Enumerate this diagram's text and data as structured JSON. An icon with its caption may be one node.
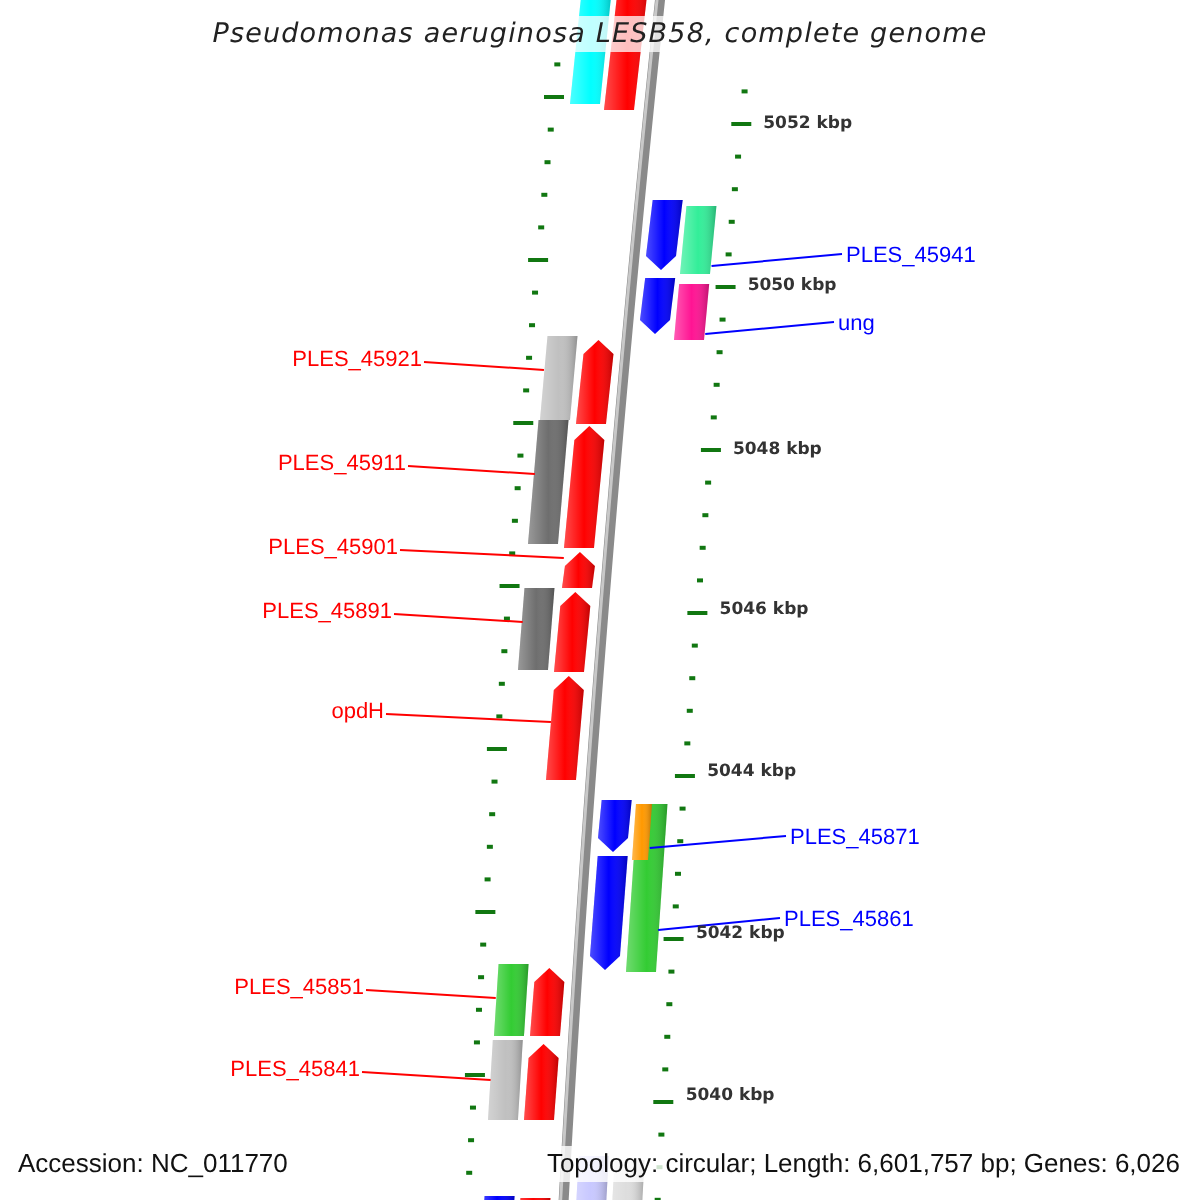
{
  "diagram": {
    "title": "Pseudomonas aeruginosa LESB58, complete genome",
    "nodes": [
      {
        "text": [
          "PLES_45941"
        ]
      },
      {
        "text": [
          "ung"
        ]
      },
      {
        "text": [
          "PLES_45921"
        ]
      },
      {
        "text": [
          "PLES_45911"
        ]
      },
      {
        "text": [
          "PLES_45901"
        ]
      },
      {
        "text": [
          "PLES_45891"
        ]
      },
      {
        "text": [
          "opdH"
        ]
      },
      {
        "text": [
          "PLES_45871"
        ]
      },
      {
        "text": [
          "PLES_45861"
        ]
      },
      {
        "text": [
          "PLES_45851"
        ]
      },
      {
        "text": [
          "PLES_45841"
        ]
      },
      {
        "text": [],
        "shape": "box"
      },
      {
        "text": [],
        "shape": "arrow"
      },
      {
        "text": [],
        "shape": "arrow"
      },
      {
        "text": [],
        "shape": "box"
      },
      {
        "text": [],
        "shape": "arrow"
      },
      {
        "text": [],
        "shape": "box"
      },
      {
        "text": [],
        "shape": "box"
      },
      {
        "text": [],
        "shape": "arrow"
      },
      {
        "text": [],
        "shape": "box"
      },
      {
        "text": [],
        "shape": "arrow"
      },
      {
        "text": [],
        "shape": "arrow"
      },
      {
        "text": [],
        "shape": "box"
      },
      {
        "text": [],
        "shape": "arrow"
      },
      {
        "text": [],
        "shape": "arrow"
      },
      {
        "text": [],
        "shape": "arrow"
      },
      {
        "text": [],
        "shape": "box"
      },
      {
        "text": [],
        "shape": "box",
        "in": 26
      },
      {
        "text": [],
        "shape": "arrow"
      },
      {
        "text": [],
        "shape": "box"
      },
      {
        "text": [],
        "shape": "arrow"
      },
      {
        "text": [],
        "shape": "box"
      },
      {
        "text": [],
        "shape": "arrow"
      },
      {
        "text": [],
        "shape": "box"
      },
      {
        "text": [],
        "shape": "box"
      },
      {
        "text": [],
        "shape": "box"
      },
      {
        "text": [],
        "shape": "box"
      }
    ],
    "edges": [
      {
        "from": 0,
        "to": 14,
        "arrow": "none",
        "color": "#0000ff"
      },
      {
        "from": 1,
        "to": 16,
        "arrow": "none",
        "color": "#0000ff"
      },
      {
        "from": 2,
        "to": 17,
        "arrow": "none"
      },
      {
        "from": 3,
        "to": 19,
        "arrow": "none"
      },
      {
        "from": 4,
        "to": 21,
        "arrow": "none"
      },
      {
        "from": 5,
        "to": 22,
        "arrow": "none"
      },
      {
        "from": 6,
        "to": 24,
        "arrow": "none"
      },
      {
        "from": 7,
        "to": 27,
        "arrow": "none",
        "color": "#0000ff"
      },
      {
        "from": 8,
        "to": 26,
        "arrow": "none",
        "color": "#0000ff"
      },
      {
        "from": 9,
        "to": 29,
        "arrow": "none"
      },
      {
        "from": 10,
        "to": 31,
        "arrow": "none"
      }
    ],
    "labels": [
      "5052 kbp",
      "5050 kbp",
      "5048 kbp",
      "5046 kbp",
      "5044 kbp",
      "5042 kbp",
      "5040 kbp",
      "Accession: NC_011770",
      "Topology: circular; Length: 6,601,757 bp; Genes: 6,026"
    ]
  }
}
